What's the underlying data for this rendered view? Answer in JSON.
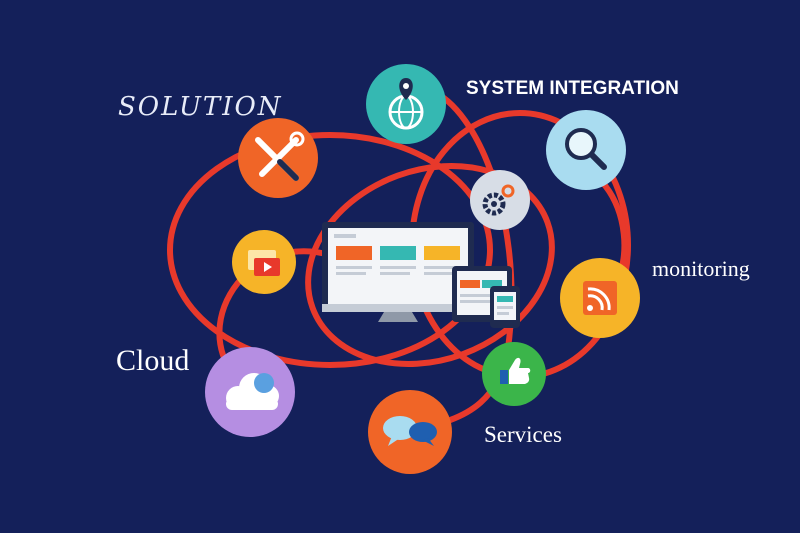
{
  "labels": {
    "solution": "SOLUTION",
    "system_integration": "SYSTEM INTEGRATION",
    "monitoring": "monitoring",
    "cloud": "Cloud",
    "services": "Services"
  },
  "colors": {
    "background": "#14205a",
    "loop": "#e8392b",
    "teal": "#35b8b2",
    "orange": "#f06527",
    "yellow": "#f6b428",
    "light_blue": "#a9dcf0",
    "light_gray": "#d7dde6",
    "green": "#3bb54a",
    "purple": "#b58ee2"
  },
  "icons": [
    "globe-pin-icon",
    "tools-icon",
    "magnifier-icon",
    "gears-icon",
    "video-icon",
    "rss-icon",
    "thumbs-up-icon",
    "chat-bubbles-icon",
    "cloud-icon",
    "devices-icon"
  ]
}
